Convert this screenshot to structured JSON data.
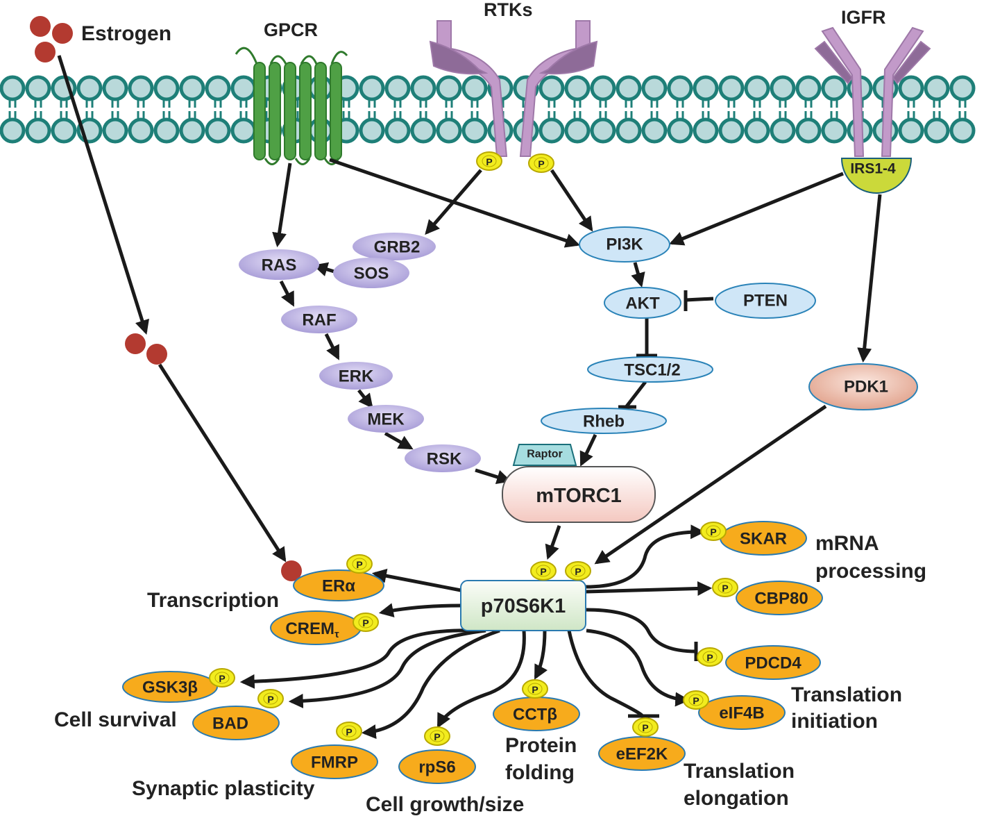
{
  "colors": {
    "membrane": "#1e7f78",
    "membrane_fill": "#b9d9da",
    "receptor": "#c29ac9",
    "gpcr": "#4fa045",
    "ras_pathway": "#b3a9dd",
    "pi3k_pathway": "#cfe6f7",
    "pdk1": "#eab9a6",
    "effector": "#f7ab1c",
    "phospho": "#f2ec1e",
    "estrogen": "#b33a30",
    "irs": "#cbd93a"
  },
  "receptors": {
    "estrogen": "Estrogen",
    "gpcr": "GPCR",
    "rtks": "RTKs",
    "igfr": "IGFR",
    "irs": "IRS1-4"
  },
  "phospho_label": "P",
  "ras_pathway": {
    "grb2": "GRB2",
    "sos": "SOS",
    "ras": "RAS",
    "raf": "RAF",
    "erk": "ERK",
    "mek": "MEK",
    "rsk": "RSK"
  },
  "pi3k_pathway": {
    "pi3k": "PI3K",
    "akt": "AKT",
    "pten": "PTEN",
    "tsc": "TSC1/2",
    "rheb": "Rheb",
    "pdk1": "PDK1"
  },
  "mtorc1": {
    "label": "mTORC1",
    "raptor": "Raptor"
  },
  "kinase": "p70S6K1",
  "targets": {
    "era": "ERα",
    "crem": "CREM",
    "crem_sub": "τ",
    "gsk3b": "GSK3β",
    "bad": "BAD",
    "fmrp": "FMRP",
    "rps6": "rpS6",
    "cctb": "CCTβ",
    "eef2k": "eEF2K",
    "eif4b": "eIF4B",
    "pdcd4": "PDCD4",
    "cbp80": "CBP80",
    "skar": "SKAR"
  },
  "functions": {
    "transcription": "Transcription",
    "mrna_1": "mRNA",
    "mrna_2": "processing",
    "cell_survival": "Cell survival",
    "synaptic": "Synaptic plasticity",
    "cell_growth": "Cell growth/size",
    "protein_1": "Protein",
    "protein_2": "folding",
    "elong_1": "Translation",
    "elong_2": "elongation",
    "init_1": "Translation",
    "init_2": "initiation"
  }
}
